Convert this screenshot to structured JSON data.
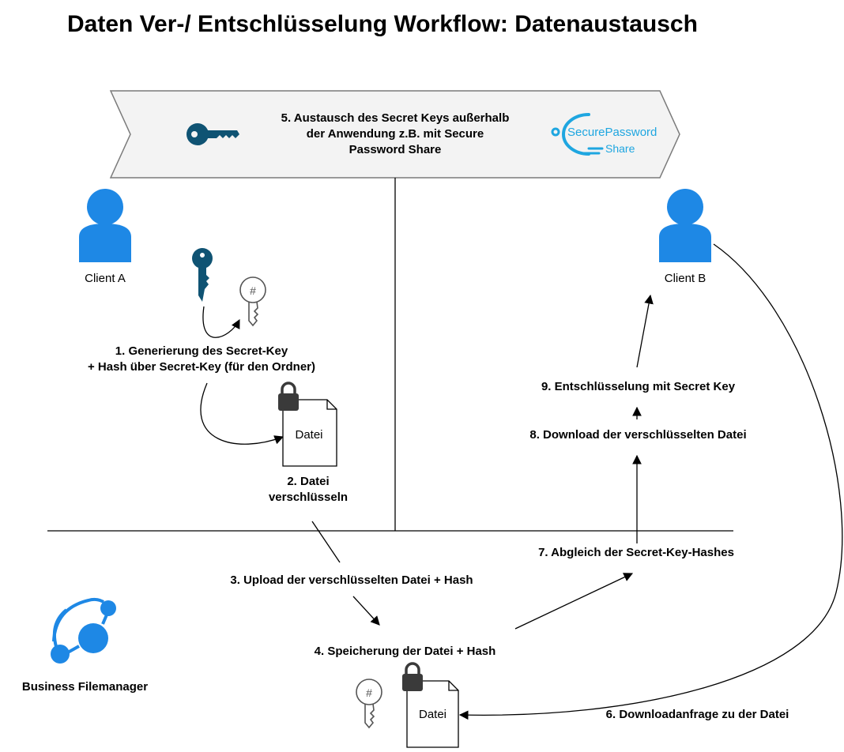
{
  "title": "Daten Ver-/ Entschlüsselung Workflow: Datenaustausch",
  "banner": {
    "text_line1": "5. Austausch des Secret Keys außerhalb",
    "text_line2": "der Anwendung z.B. mit Secure",
    "text_line3": "Password Share",
    "logo_primary": "SecurePassword",
    "logo_secondary": "Share"
  },
  "actors": {
    "client_a": "Client A",
    "client_b": "Client B",
    "filemanager": "Business Filemanager"
  },
  "steps": {
    "step1_line1": "1. Generierung des Secret-Key",
    "step1_line2": "+ Hash über Secret-Key (für den Ordner)",
    "step2_line1": "2. Datei",
    "step2_line2": "verschlüsseln",
    "step3": "3. Upload der verschlüsselten Datei + Hash",
    "step4": "4. Speicherung der Datei + Hash",
    "step6": "6. Downloadanfrage zu der Datei",
    "step7": "7. Abgleich der Secret-Key-Hashes",
    "step8": "8. Download der verschlüsselten Datei",
    "step9": "9. Entschlüsselung mit Secret Key"
  },
  "files": {
    "file_client": "Datei",
    "file_server": "Datei"
  },
  "colors": {
    "person": "#1e88e5",
    "key_dark": "#0f5373",
    "logo": "#1ea6e0",
    "banner_fill": "#f3f3f3",
    "lock": "#3a3a3a"
  }
}
